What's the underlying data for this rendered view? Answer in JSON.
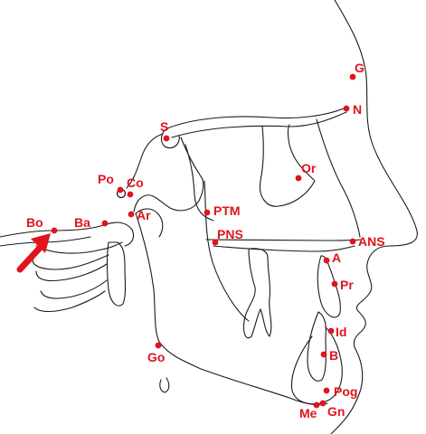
{
  "colors": {
    "landmark": "#e0141c",
    "outline": "#1a1a1a",
    "background": "#ffffff"
  },
  "landmarks": [
    {
      "id": "g",
      "label": "G"
    },
    {
      "id": "n",
      "label": "N"
    },
    {
      "id": "s",
      "label": "S"
    },
    {
      "id": "or",
      "label": "Or"
    },
    {
      "id": "po",
      "label": "Po"
    },
    {
      "id": "co",
      "label": "Co"
    },
    {
      "id": "ba",
      "label": "Ba"
    },
    {
      "id": "ar",
      "label": "Ar"
    },
    {
      "id": "bo",
      "label": "Bo"
    },
    {
      "id": "ptm",
      "label": "PTM"
    },
    {
      "id": "pns",
      "label": "PNS"
    },
    {
      "id": "ans",
      "label": "ANS"
    },
    {
      "id": "a",
      "label": "A"
    },
    {
      "id": "pr",
      "label": "Pr"
    },
    {
      "id": "id",
      "label": "Id"
    },
    {
      "id": "b",
      "label": "B"
    },
    {
      "id": "go",
      "label": "Go"
    },
    {
      "id": "pog",
      "label": "Pog"
    },
    {
      "id": "gn",
      "label": "Gn"
    },
    {
      "id": "me",
      "label": "Me"
    }
  ],
  "pointer": {
    "icon": "arrow-icon",
    "target": "Bo"
  }
}
